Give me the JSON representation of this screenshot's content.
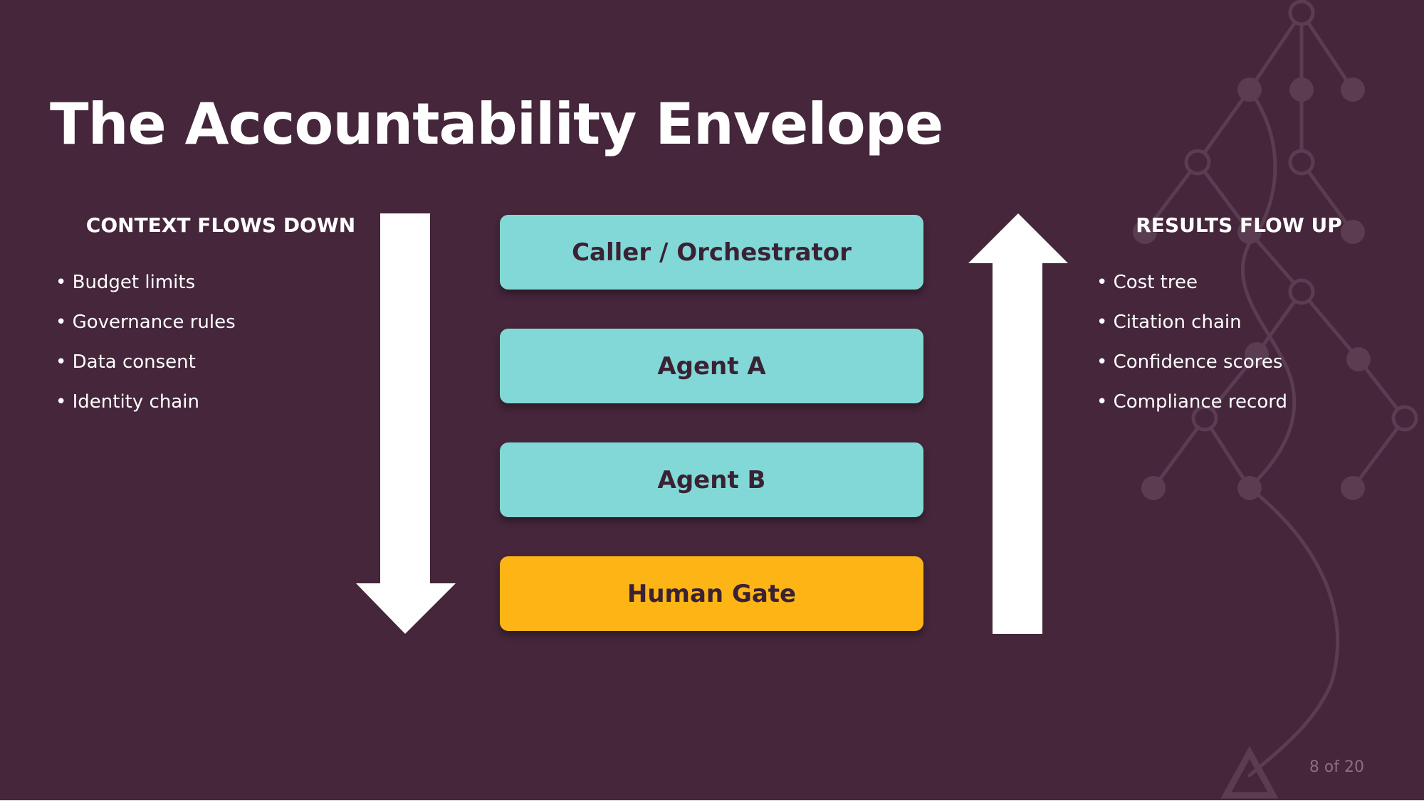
{
  "slide": {
    "title": "The Accountability Envelope",
    "page_indicator": "8 of 20"
  },
  "left_column": {
    "heading": "CONTEXT FLOWS DOWN",
    "items": [
      "Budget limits",
      "Governance rules",
      "Data consent",
      "Identity chain"
    ]
  },
  "right_column": {
    "heading": "RESULTS FLOW UP",
    "items": [
      "Cost tree",
      "Citation chain",
      "Confidence scores",
      "Compliance record"
    ]
  },
  "stack": {
    "boxes": [
      "Caller / Orchestrator",
      "Agent A",
      "Agent B",
      "Human Gate"
    ]
  },
  "colors": {
    "background": "#45263b",
    "agent_box": "#82d8d6",
    "human_gate_box": "#fdb515",
    "arrow": "#ffffff",
    "text_dark": "#3a2234"
  },
  "icons": {
    "down_arrow": "arrow-down-icon",
    "up_arrow": "arrow-up-icon",
    "decor": "tree-graph-decoration"
  }
}
